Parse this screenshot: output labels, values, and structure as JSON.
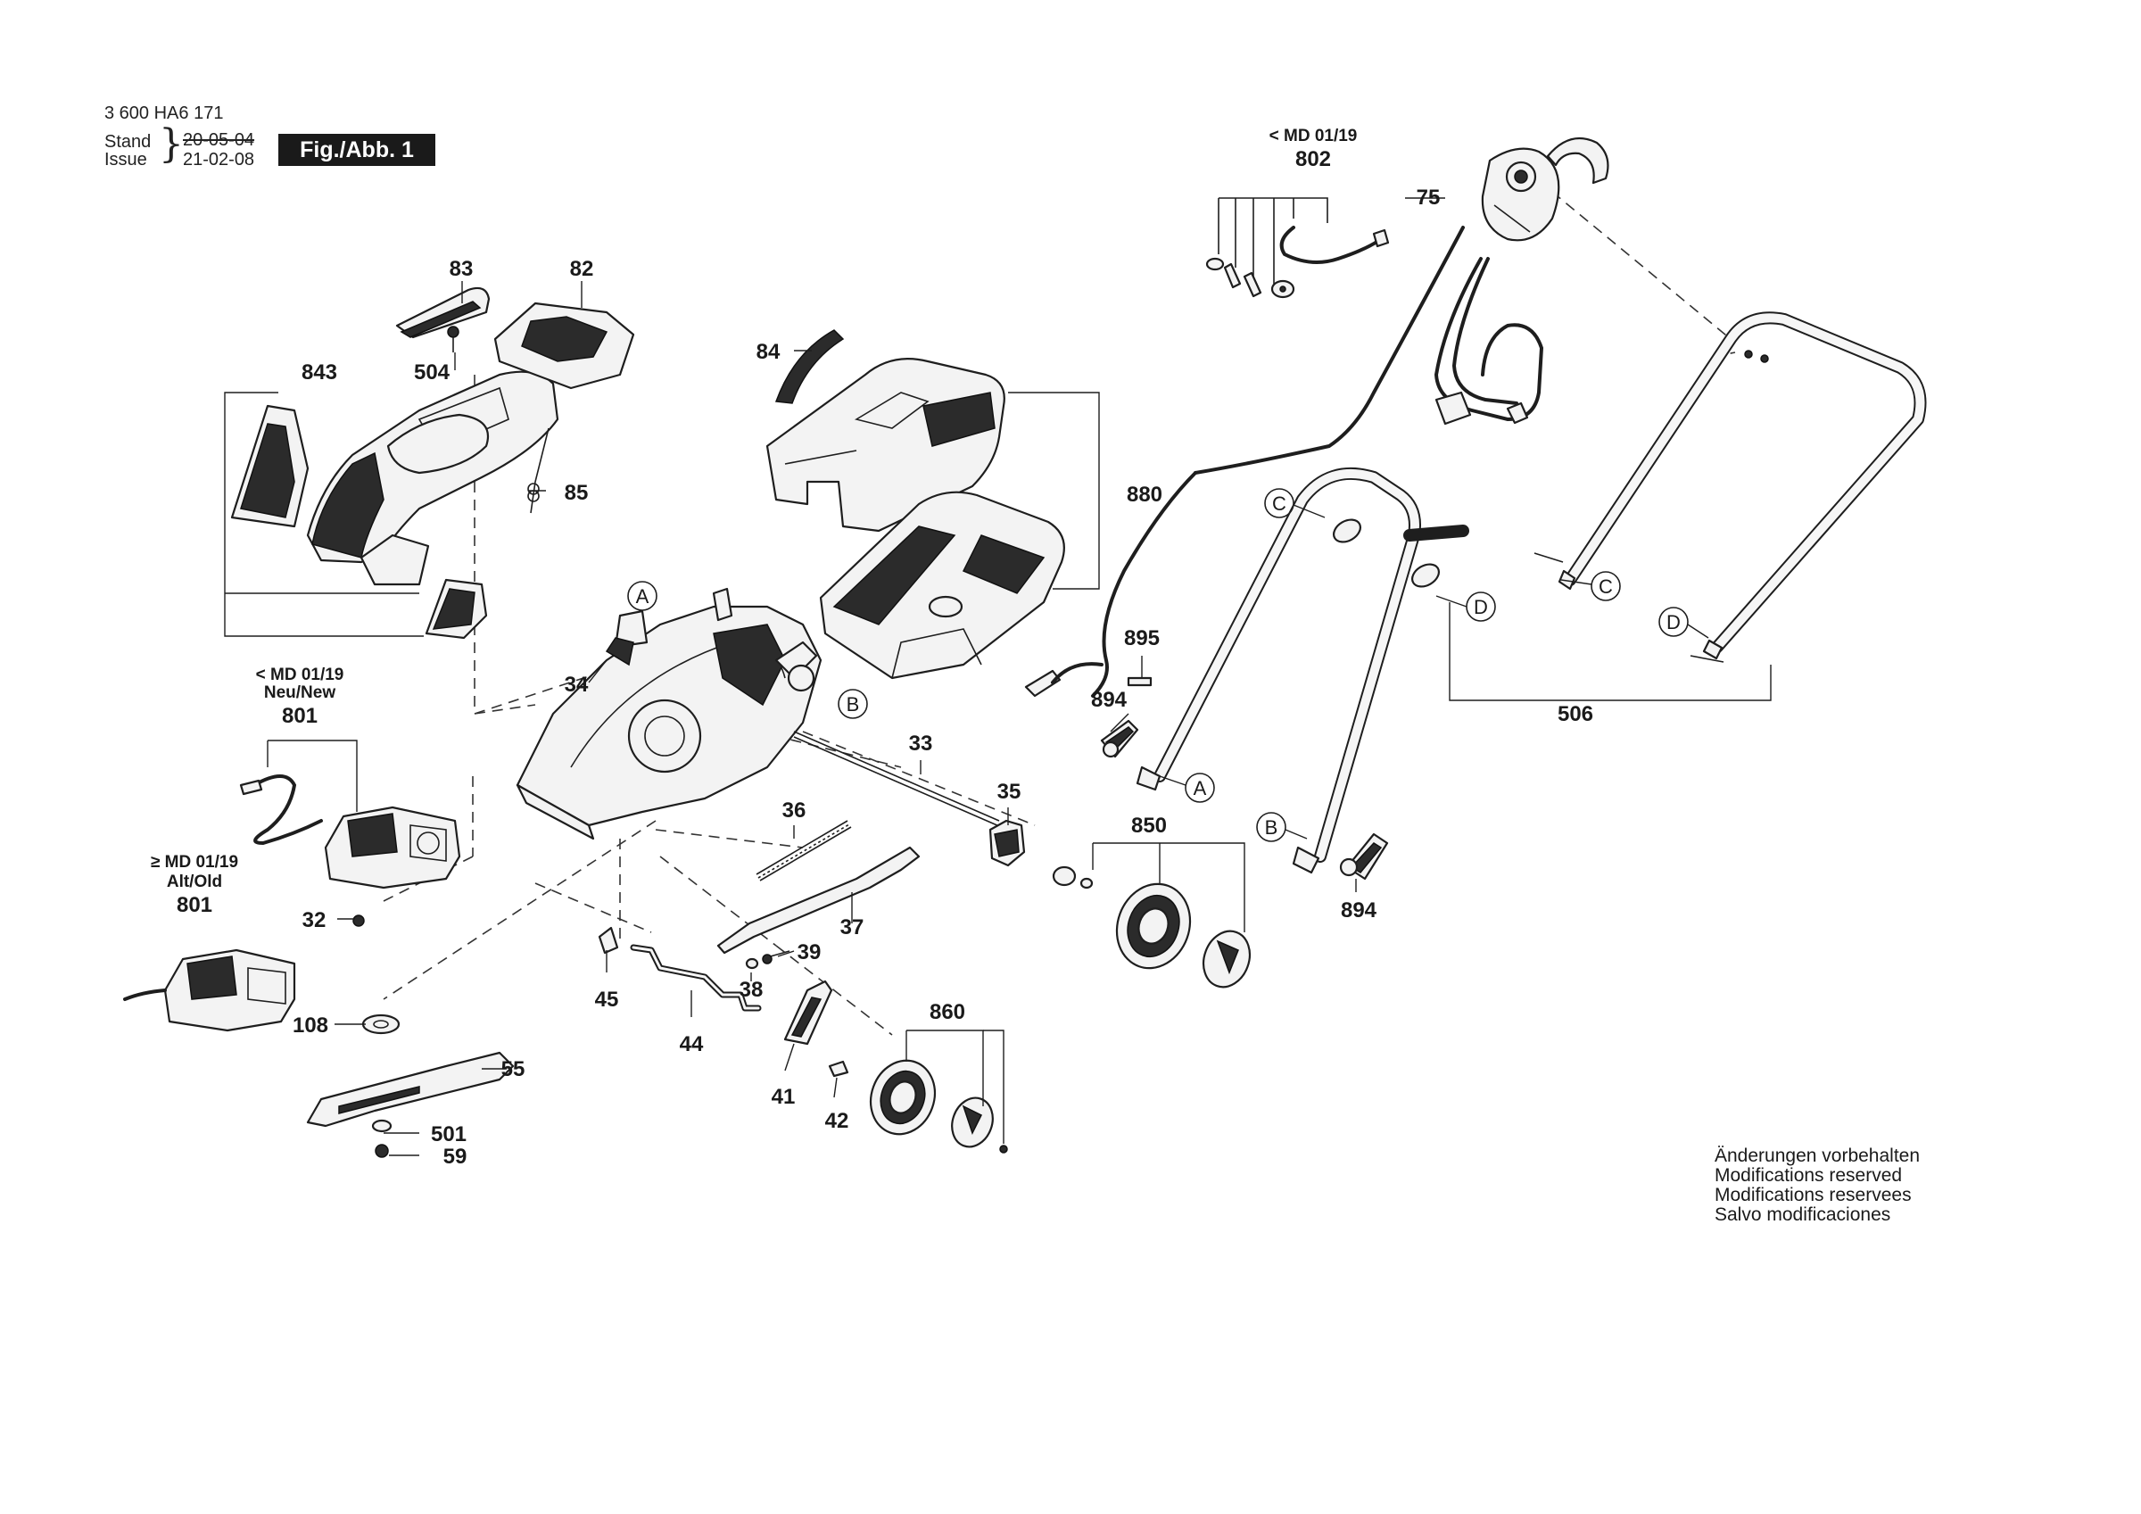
{
  "header": {
    "doc_number": "3 600 HA6 171",
    "stand_label": "Stand",
    "issue_label": "Issue",
    "stand_date": "20-05-04",
    "issue_date": "21-02-08",
    "figure_label": "Fig./Abb. 1"
  },
  "variants": {
    "md_802": "< MD 01/19",
    "md_801_new": "< MD 01/19",
    "md_801_new_sub": "Neu/New",
    "md_801_old": "≥ MD 01/19",
    "md_801_old_sub": "Alt/Old"
  },
  "parts": {
    "p32": "32",
    "p33": "33",
    "p34": "34",
    "p35": "35",
    "p36": "36",
    "p37": "37",
    "p38": "38",
    "p39": "39",
    "p41": "41",
    "p42": "42",
    "p44": "44",
    "p45": "45",
    "p55": "55",
    "p59": "59",
    "p75": "75",
    "p82": "82",
    "p83": "83",
    "p84": "84",
    "p85": "85",
    "p108": "108",
    "p501": "501",
    "p504": "504",
    "p506": "506",
    "p801_new": "801",
    "p801_old": "801",
    "p802": "802",
    "p843": "843",
    "p850": "850",
    "p860": "860",
    "p880": "880",
    "p894_a": "894",
    "p894_b": "894",
    "p895": "895"
  },
  "connectors": {
    "a": "A",
    "b": "B",
    "c": "C",
    "d": "D"
  },
  "notes": {
    "de": "Änderungen vorbehalten",
    "en": "Modifications reserved",
    "fr": "Modifications reservees",
    "es": "Salvo modificaciones"
  }
}
